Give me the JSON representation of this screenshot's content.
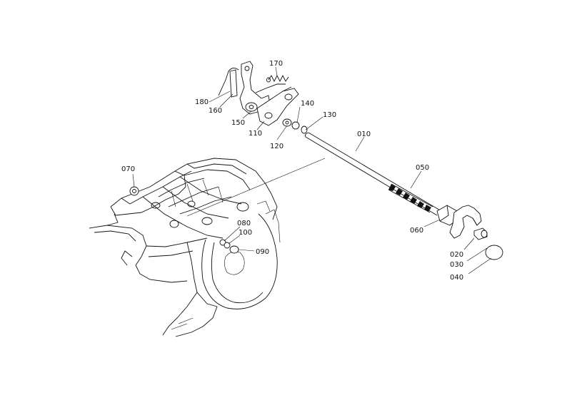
{
  "diagram": {
    "colors": {
      "ink": "#111111",
      "background": "#ffffff"
    },
    "part_labels": {
      "p170": "170",
      "p180": "180",
      "p160": "160",
      "p150": "150",
      "p140": "140",
      "p130": "130",
      "p110": "110",
      "p120": "120",
      "p010": "010",
      "p070": "070",
      "p050": "050",
      "p060": "060",
      "p080": "080",
      "p100": "100",
      "p090": "090",
      "p020": "020",
      "p030": "030",
      "p040": "040"
    }
  }
}
